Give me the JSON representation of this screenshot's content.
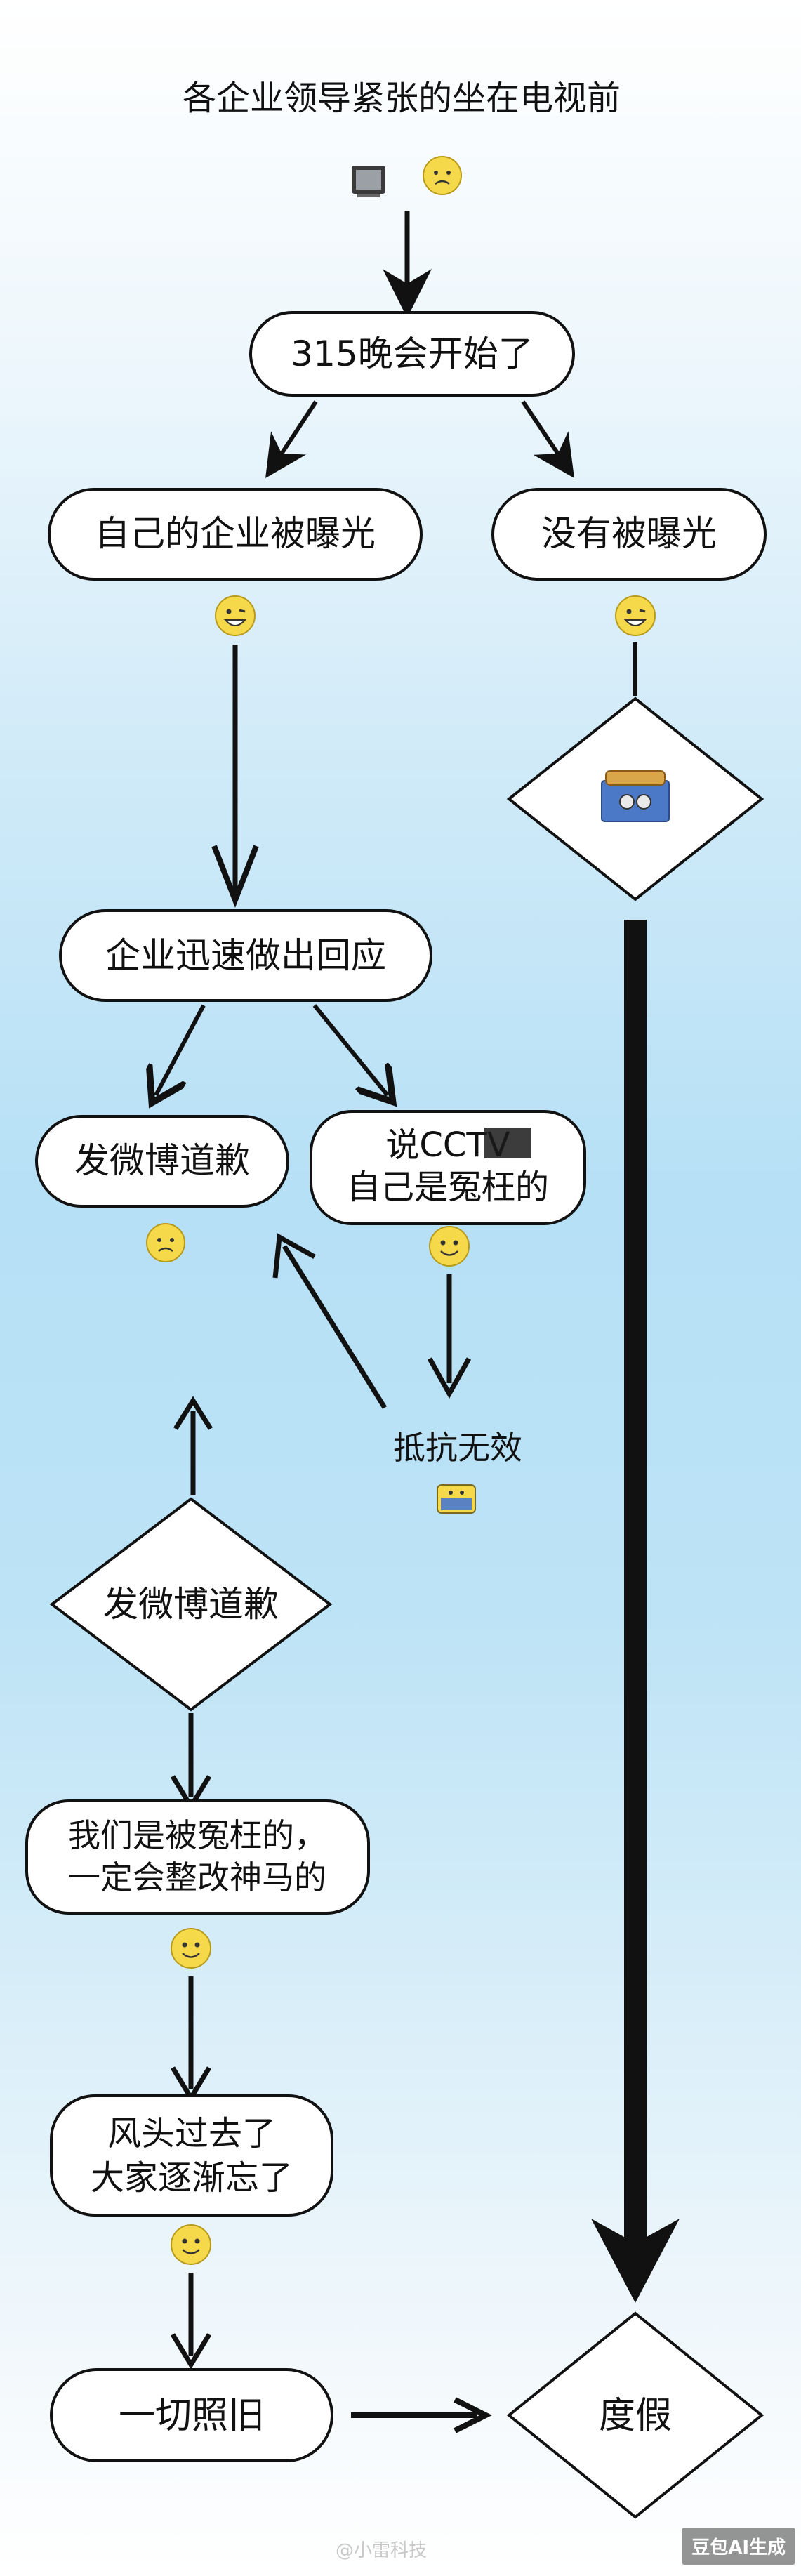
{
  "title": "各企业领导紧张的坐在电视前",
  "nodes": {
    "start": "315晚会开始了",
    "exposed": "自己的企业被曝光",
    "not_exposed": "没有被曝光",
    "respond": "企业迅速做出回应",
    "apologize_top": "发微博道歉",
    "claim_line1": "说CCTV",
    "claim_line2": "自己是冤枉的",
    "resist": "抵抗无效",
    "apologize_diamond": "发微博道歉",
    "wronged_line1": "我们是被冤枉的，",
    "wronged_line2": "一定会整改神马的",
    "forgotten_line1": "风头过去了",
    "forgotten_line2": "大家逐渐忘了",
    "as_before": "一切照旧",
    "vacation": "度假"
  },
  "watermarks": {
    "weibo": "@小雷科技",
    "ai": "豆包AI生成"
  },
  "icons": [
    "tv-icon",
    "worried-face-icon",
    "grin-face-icon",
    "smile-face-icon",
    "moneybag-icon",
    "frown-face-icon"
  ],
  "colors": {
    "node_fill": "#ffffff",
    "node_stroke": "#111111",
    "arrow": "#111111",
    "emoji_yellow": "#f6d94a"
  }
}
